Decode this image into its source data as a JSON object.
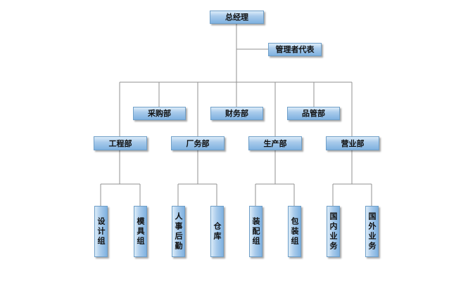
{
  "diagram": {
    "line_color": "#909090",
    "box_accent": "#7fb1e0",
    "nodes": {
      "gm": "总经理",
      "rep": "管理者代表",
      "purchase": "采购部",
      "finance": "财务部",
      "quality": "品管部",
      "engineering": "工程部",
      "factory": "厂务部",
      "production": "生产部",
      "sales": "营业部",
      "design": "设计组",
      "mold": "模具组",
      "hr": "人事后勤",
      "warehouse": "仓库",
      "assembly": "装配组",
      "packing": "包装组",
      "domestic": "国内业务",
      "foreign": "国外业务"
    }
  }
}
